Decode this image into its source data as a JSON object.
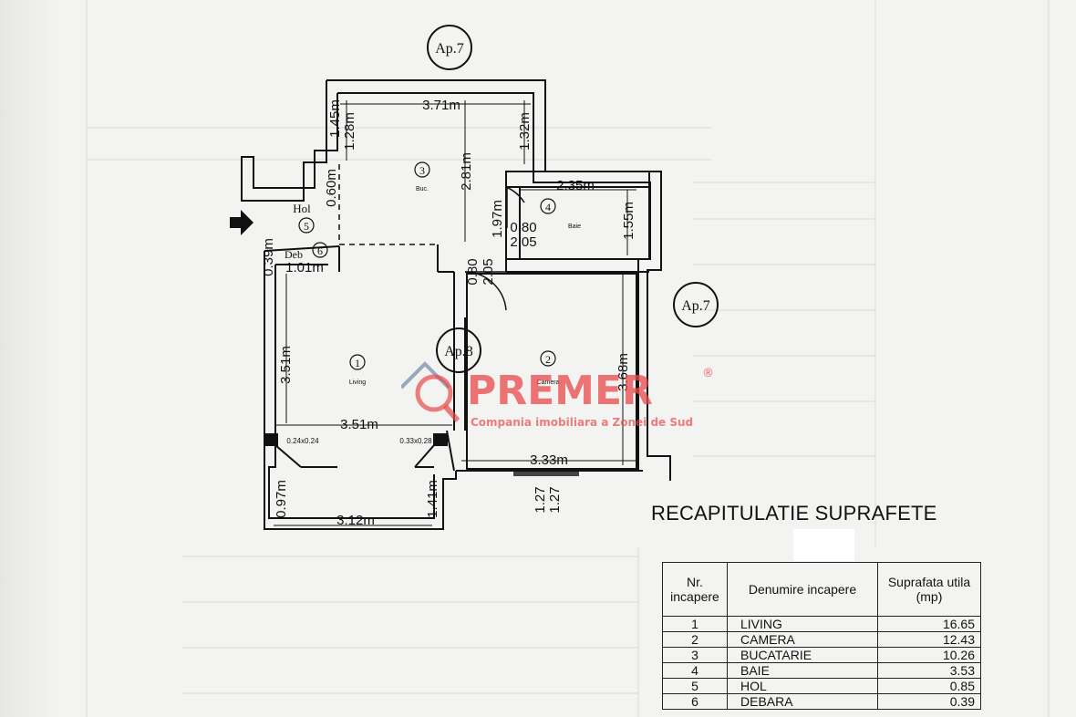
{
  "plan": {
    "apartment_top": "Ap.7",
    "apartment_right": "Ap.7",
    "apartment_center": "Ap.8",
    "rooms": [
      {
        "num": "1",
        "name": "Living"
      },
      {
        "num": "2",
        "name": "Camera"
      },
      {
        "num": "3",
        "name": "Buc."
      },
      {
        "num": "4",
        "name": "Baie"
      },
      {
        "num": "5",
        "name": "Hol"
      },
      {
        "num": "6",
        "name": "Deb"
      }
    ],
    "dimensions": {
      "buc_width": "3.71m",
      "buc_depth": "2.81m",
      "top_left_1": "1.45m",
      "top_left_2": "1.28m",
      "top_right": "1.32m",
      "hol": "0.60m",
      "baie_width": "2.35m",
      "baie_depth": "1.55m",
      "baie_side": "1.97m",
      "door_baie_w": "0.80",
      "door_baie_h": "2.05",
      "door_camera_w": "0.80",
      "door_camera_h": "2.05",
      "deb_side": "0.39m",
      "deb_width": "1.01m",
      "living_depth": "3.51m",
      "living_width": "3.51m",
      "camera_depth": "3.68m",
      "camera_width": "3.33m",
      "pillar_1": "0.24x0.24",
      "pillar_2": "0.33x0.28",
      "bottom_width": "3.12m",
      "bottom_left": "0.97m",
      "bottom_right": "1.41m",
      "window_1": "1.27",
      "window_2": "1.27"
    }
  },
  "watermark": {
    "brand": "PREMER",
    "registered": "®",
    "tagline": "Compania imobiliara a Zonei de Sud"
  },
  "recap": {
    "title": "RECAPITULATIE SUPRAFETE",
    "headers": [
      "Nr. incapere",
      "Denumire incapere",
      "Suprafata utila (mp)"
    ],
    "rows": [
      {
        "nr": "1",
        "name": "LIVING",
        "area": "16.65"
      },
      {
        "nr": "2",
        "name": "CAMERA",
        "area": "12.43"
      },
      {
        "nr": "3",
        "name": "BUCATARIE",
        "area": "10.26"
      },
      {
        "nr": "4",
        "name": "BAIE",
        "area": "3.53"
      },
      {
        "nr": "5",
        "name": "HOL",
        "area": "0.85"
      },
      {
        "nr": "6",
        "name": "DEBARA",
        "area": "0.39"
      }
    ]
  }
}
